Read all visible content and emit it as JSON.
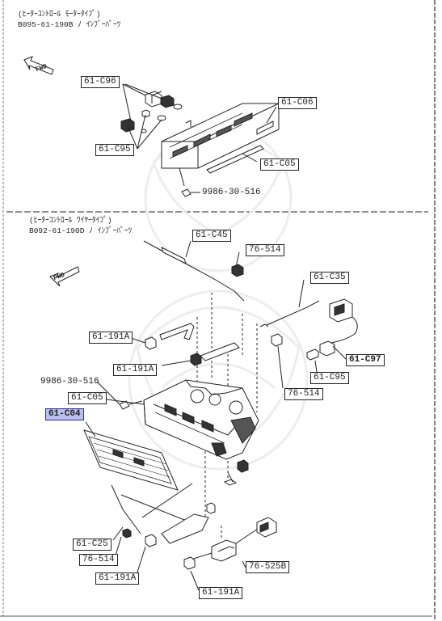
{
  "section_top": {
    "header_line1": "(ﾋｰﾀｰｺﾝﾄﾛｰﾙ ﾓｰﾀｰﾀｲﾌﾟ)",
    "header_line2": "B095-61-190B ﾉ ｲﾝﾌﾞｰﾊﾟｰﾂ",
    "fwd": "FWD",
    "labels": [
      "61-C96",
      "61-C06",
      "61-C95",
      "61-C05"
    ],
    "plain": [
      "9986-30-516"
    ]
  },
  "section_bottom": {
    "header_line1": "(ﾋｰﾀｰｺﾝﾄﾛｰﾙ ﾜｲﾔｰﾀｲﾌﾟ)",
    "header_line2": "B092-61-190D ﾉ ｲﾝﾌﾞｰﾊﾟｰﾂ",
    "fwd": "FWD",
    "labels": [
      "61-C45",
      "76-514",
      "61-C35",
      "61-191A",
      "61-C97",
      "61-191A",
      "61-C95",
      "76-514",
      "61-C05",
      "61-C04",
      "61-C25",
      "76-514",
      "76-525B",
      "61-191A",
      "61-191A"
    ],
    "plain": [
      "9986-30-516"
    ]
  },
  "highlight_color": "#b9bfee"
}
